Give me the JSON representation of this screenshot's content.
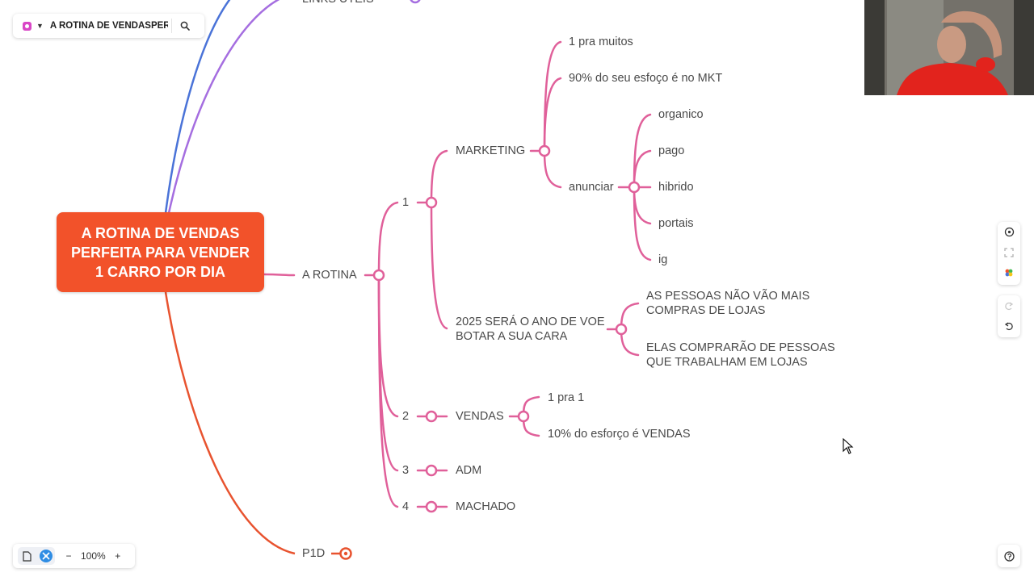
{
  "toolbar": {
    "document_title": "A ROTINA DE VENDASPER...",
    "search_icon": "search-icon",
    "app_icon": "app-logo-icon"
  },
  "colors": {
    "root": "#f2522a",
    "pink_branch": "#e0609a",
    "orange_branch": "#e8532f",
    "purple_branch": "#a56ee0",
    "blue_branch": "#4a73d8"
  },
  "mindmap": {
    "root": {
      "line1": "A ROTINA DE VENDAS",
      "line2": "PERFEITA PARA VENDER",
      "line3": "1 CARRO POR DIA"
    },
    "top_cutoff_label": "LINKS ÚTEIS",
    "a_rotina": "A ROTINA",
    "p1d": "P1D",
    "n1": "1",
    "n2": "2",
    "n3": "3",
    "n4": "4",
    "marketing": "MARKETING",
    "um_pra_muitos": "1 pra muitos",
    "noventa": "90% do seu esfoço é no MKT",
    "anunciar": "anunciar",
    "organico": "organico",
    "pago": "pago",
    "hibrido": "hibrido",
    "portais": "portais",
    "ig": "ig",
    "ano2025_1": "2025 SERÁ O ANO DE VOE",
    "ano2025_2": "BOTAR A SUA CARA",
    "pessoas_1": "AS PESSOAS NÃO VÃO MAIS",
    "pessoas_2": "COMPRAS DE LOJAS",
    "comprarao_1": "ELAS COMPRARÃO DE PESSOAS",
    "comprarao_2": "QUE TRABALHAM EM LOJAS",
    "vendas": "VENDAS",
    "um_pra_um": "1 pra 1",
    "dez": "10% do esforço é VENDAS",
    "adm": "ADM",
    "machado": "MACHADO"
  },
  "side_tools": {
    "focus": "target-icon",
    "fit": "fit-screen-icon",
    "theme": "palette-icon",
    "redo": "redo-icon",
    "undo": "undo-icon"
  },
  "zoom": {
    "level": "100%",
    "minus": "−",
    "plus": "+"
  }
}
